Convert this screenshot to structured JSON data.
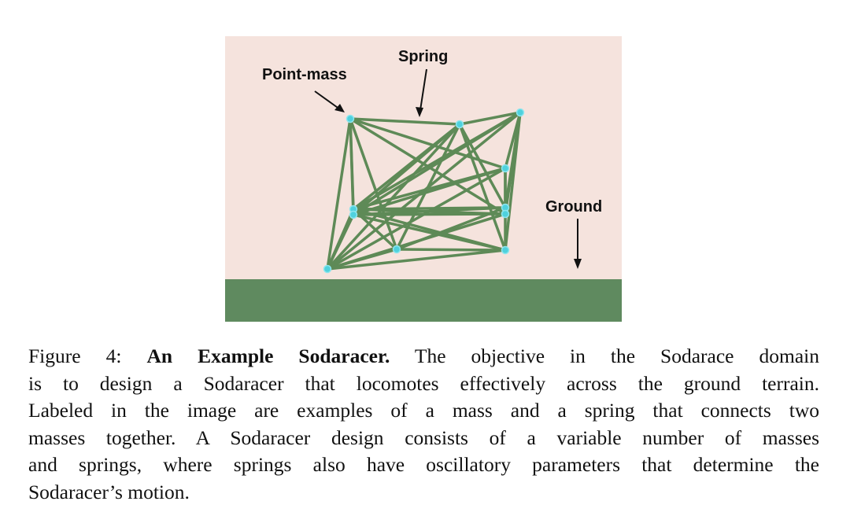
{
  "figure": {
    "labels": {
      "point_mass": "Point-mass",
      "spring": "Spring",
      "ground": "Ground"
    },
    "colors": {
      "background": "#f5e3dd",
      "ground": "#5f8a5f",
      "spring": "#5e8a57",
      "mass": "#4fd1dd"
    }
  },
  "caption": {
    "prefix": "Figure 4: ",
    "bold": "An Example Sodaracer.",
    "line1_rest": " The objective in the Sodarace domain",
    "line2": "is to design a Sodaracer that locomotes effectively across the ground terrain.",
    "line3": "Labeled in the image are examples of a mass and a spring that connects two",
    "line4": "masses together.  A Sodaracer design consists of a variable number of masses",
    "line5": "and springs, where springs also have oscillatory parameters that determine the",
    "line6": "Sodaracer’s motion."
  }
}
